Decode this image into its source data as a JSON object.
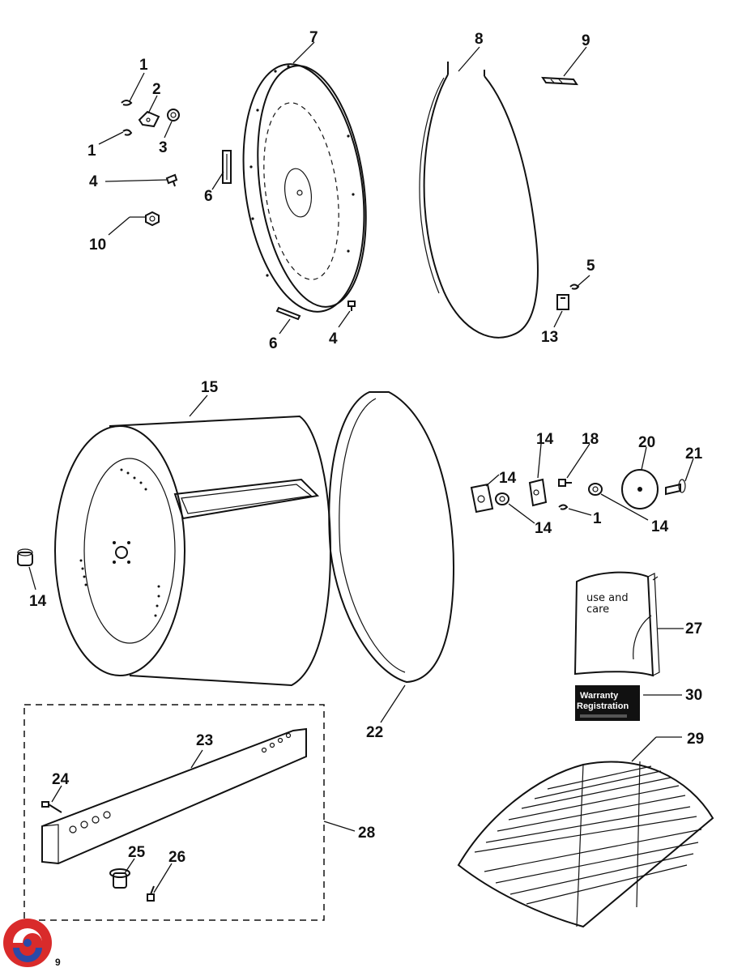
{
  "page_number": "9",
  "brand_colors": {
    "logo_red": "#d92b2b",
    "logo_blue": "#2a4aa8"
  },
  "manual_cover": {
    "line1": "use and",
    "line2": "care"
  },
  "warranty_card": {
    "line1": "Warranty",
    "line2": "Registration"
  },
  "callouts": {
    "c1_top": "1",
    "c2": "2",
    "c1_mid": "1",
    "c3": "3",
    "c4_left": "4",
    "c10": "10",
    "c6_top": "6",
    "c7": "7",
    "c6_bottom": "6",
    "c4_bottom": "4",
    "c8": "8",
    "c9": "9",
    "c5": "5",
    "c13": "13",
    "c15": "15",
    "c14_left": "14",
    "c22": "22",
    "c14_a": "14",
    "c14_b": "14",
    "c14_c": "14",
    "c14_d": "14",
    "c18": "18",
    "c20": "20",
    "c21": "21",
    "c1_right": "1",
    "c27": "27",
    "c30": "30",
    "c29": "29",
    "c23": "23",
    "c24": "24",
    "c25": "25",
    "c26": "26",
    "c28": "28"
  }
}
